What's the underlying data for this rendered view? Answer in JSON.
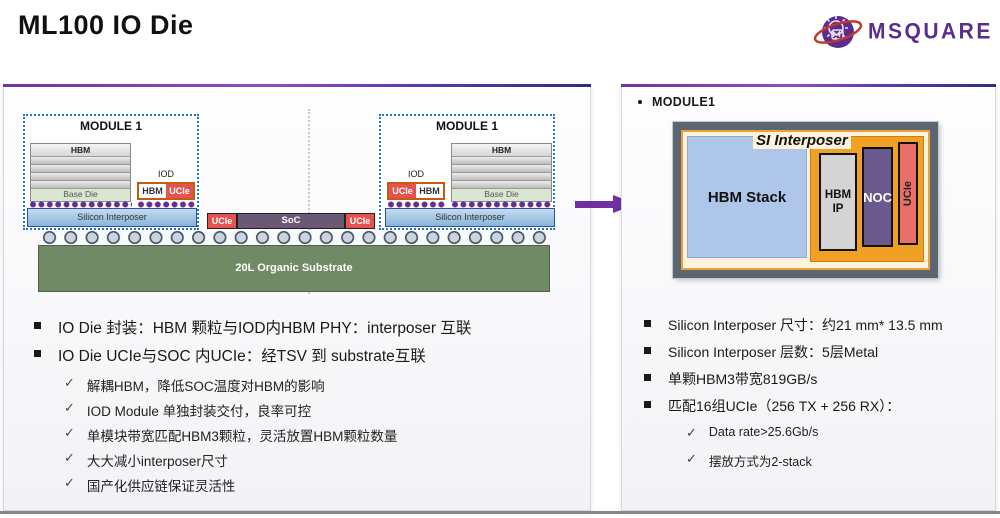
{
  "header": {
    "title": "ML100 IO Die",
    "logo_text": "MSQUARE"
  },
  "left": {
    "modules": [
      {
        "title": "MODULE 1",
        "hbm": "HBM",
        "base_die": "Base Die",
        "iod": "IOD",
        "iod_cell_hbm": "HBM",
        "iod_cell_ucie": "UCIe",
        "interposer": "Silicon Interposer"
      },
      {
        "title": "MODULE 1",
        "hbm": "HBM",
        "base_die": "Base Die",
        "iod": "IOD",
        "iod_cell_hbm": "HBM",
        "iod_cell_ucie": "UCIe",
        "interposer": "Silicon Interposer"
      }
    ],
    "soc": {
      "ucie_left": "UCIe",
      "label": "SoC",
      "ucie_right": "UCIe"
    },
    "substrate": "20L Organic Substrate",
    "bullets": [
      "IO Die 封装：HBM 颗粒与IOD内HBM PHY：interposer 互联",
      "IO Die UCIe与SOC 内UCIe：经TSV 到 substrate互联"
    ],
    "checks": [
      "解耦HBM，降低SOC温度对HBM的影响",
      "IOD Module 单独封装交付，良率可控",
      "单模块带宽匹配HBM3颗粒，灵活放置HBM颗粒数量",
      "大大减小interposer尺寸",
      "国产化供应链保证灵活性"
    ]
  },
  "right": {
    "header": "MODULE1",
    "diagram": {
      "title": "SI Interposer",
      "hbm_stack": "HBM Stack",
      "hbm_ip": "HBM IP",
      "noc": "NOC",
      "ucie": "UCIe"
    },
    "bullets": [
      "Silicon Interposer 尺寸：约21 mm* 13.5 mm",
      "Silicon Interposer 层数：5层Metal",
      "单颗HBM3带宽819GB/s",
      "匹配16组UCIe（256 TX + 256 RX）："
    ],
    "checks": [
      "Data rate>25.6Gb/s",
      "摆放方式为2-stack"
    ]
  },
  "colors": {
    "accent_purple": "#7030a0",
    "ucie_red": "#e4534f",
    "soc_purple": "#6b5876",
    "substrate_green": "#6f8a64",
    "interposer_blue": "#8ab4dc",
    "cream": "#fdf2dc",
    "orange": "#f0a125",
    "noc_purple": "#6a5a8c",
    "frame_slate": "#5d6670",
    "logo_purple": "#5b2d8e",
    "logo_red": "#c0392b"
  }
}
